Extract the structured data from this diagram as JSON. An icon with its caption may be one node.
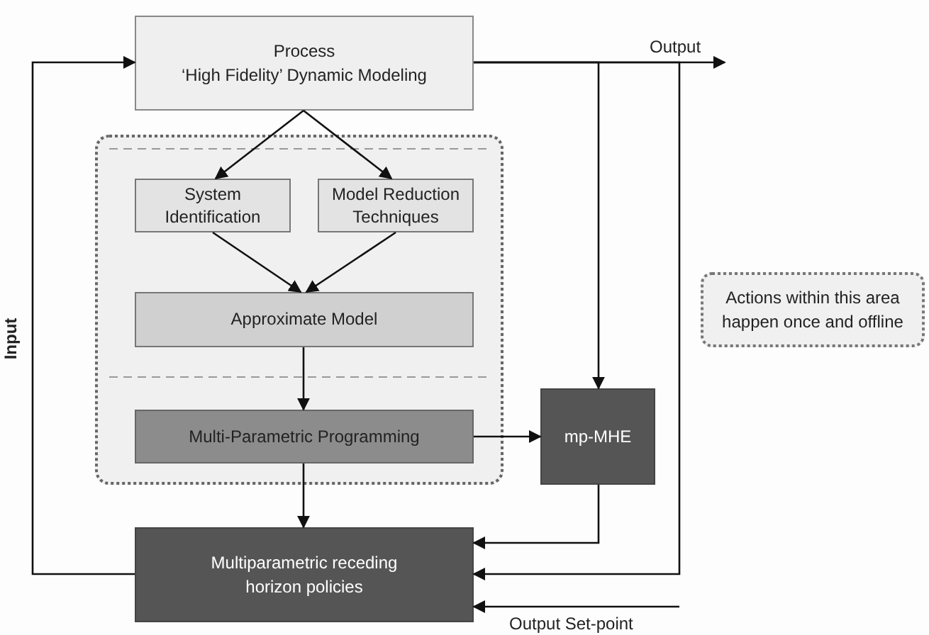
{
  "diagram": {
    "nodes": [
      {
        "text": [
          "Process",
          "‘High Fidelity’ Dynamic Modeling"
        ]
      },
      {
        "text": [],
        "shape": "box"
      },
      {
        "text": [
          "System Identification"
        ],
        "in": 1
      },
      {
        "text": [
          "Model Reduction Techniques"
        ],
        "in": 1
      },
      {
        "text": [
          "Approximate Model"
        ],
        "in": 1
      },
      {
        "text": [
          "Multi-Parametric Programming"
        ],
        "in": 1
      },
      {
        "text": [
          "mp-MHE"
        ]
      },
      {
        "text": [
          "Multiparametric receding horizon policies"
        ]
      },
      {
        "text": [
          "Actions within this area happen once and offline"
        ]
      }
    ],
    "edges": [
      {
        "from": 0,
        "to": 2,
        "arrow": "to"
      },
      {
        "from": 0,
        "to": 3,
        "arrow": "to"
      },
      {
        "from": 2,
        "to": 4,
        "arrow": "to"
      },
      {
        "from": 3,
        "to": 4,
        "arrow": "to"
      },
      {
        "from": 4,
        "to": 5,
        "arrow": "to"
      },
      {
        "from": 5,
        "to": 6,
        "arrow": "to"
      },
      {
        "from": 5,
        "to": 7,
        "arrow": "to"
      },
      {
        "from": 6,
        "to": 7,
        "arrow": "to"
      },
      {
        "from": 0,
        "to": null,
        "arrow": "to",
        "label": "Output"
      },
      {
        "from": 0,
        "to": 6,
        "arrow": "to"
      },
      {
        "from": 0,
        "to": 7,
        "arrow": "to"
      },
      {
        "from": null,
        "to": 7,
        "arrow": "to",
        "label": "Output Set-point"
      },
      {
        "from": 7,
        "to": 0,
        "arrow": "to",
        "label": "Input"
      }
    ]
  }
}
